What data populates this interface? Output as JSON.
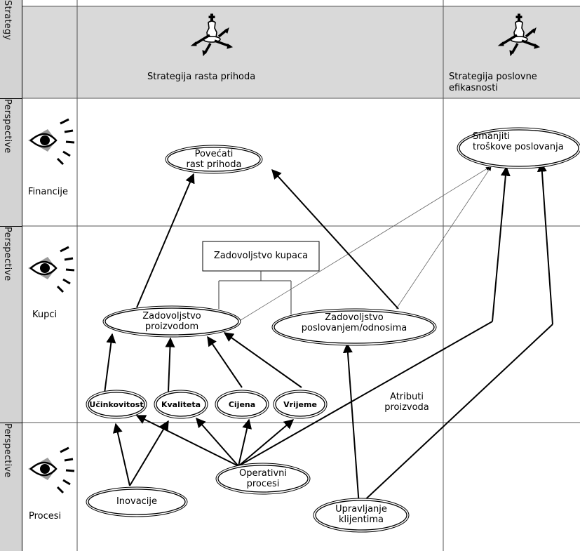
{
  "band_labels": {
    "strategy": "Strategy",
    "financial": "Perspective",
    "customer": "Perspective",
    "process": "Perspective"
  },
  "strategies": {
    "revenue_growth": "Strategija rasta prihoda",
    "efficiency_line1": "Strategija poslovne",
    "efficiency_line2": "efikasnosti"
  },
  "perspectives": {
    "financial": "Financije",
    "customer": "Kupci",
    "process": "Procesi"
  },
  "nodes": {
    "increase_revenue_1": "Povećati",
    "increase_revenue_2": "rast prihoda",
    "reduce_costs_1": "Smanjiti",
    "reduce_costs_2": "troškove poslovanja",
    "customer_satisfaction": "Zadovoljstvo kupaca",
    "product_satisfaction_1": "Zadovoljstvo",
    "product_satisfaction_2": "proizvodom",
    "relationship_satisfaction_1": "Zadovoljstvo",
    "relationship_satisfaction_2": "poslovanjem/odnosima",
    "efficiency": "Učinkovitost",
    "quality": "Kvaliteta",
    "price": "Cijena",
    "time": "Vrijeme",
    "product_attributes_1": "Atributi",
    "product_attributes_2": "proizvoda",
    "operational_1": "Operativni",
    "operational_2": "procesi",
    "innovation": "Inovacije",
    "customer_management_1": "Upravljanje",
    "customer_management_2": "klijentima"
  },
  "icons": {
    "strategy": "chess-king-icon",
    "perspective": "eye-icon"
  },
  "colors": {
    "header_fill": "#d9d9d9",
    "band_fill": "#d3d3d3",
    "grid": "#555555"
  }
}
